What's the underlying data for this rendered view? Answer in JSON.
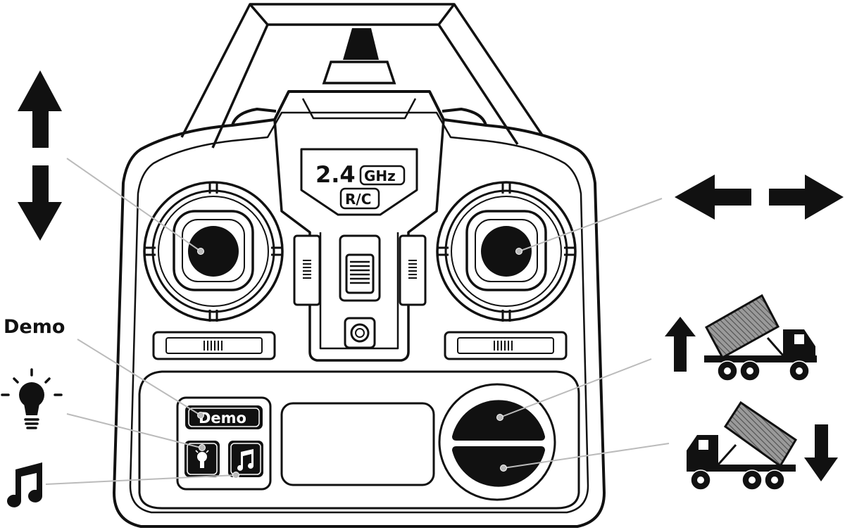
{
  "remote": {
    "freq_number": "2.4",
    "freq_unit": "GHz",
    "rc_label": "R/C",
    "demo_button_label": "Demo"
  },
  "legend": {
    "demo_label": "Demo"
  },
  "icons": {
    "up_down": "up-down-arrows-icon",
    "left_right": "left-right-arrows-icon",
    "light": "light-bulb-icon",
    "music": "music-note-icon",
    "dump_raise": "dump-truck-raise-icon",
    "dump_lower": "dump-truck-lower-icon"
  },
  "colors": {
    "ink": "#111111",
    "leader_line": "#bbbbbb",
    "truck_bed": "#9a9a9a"
  }
}
